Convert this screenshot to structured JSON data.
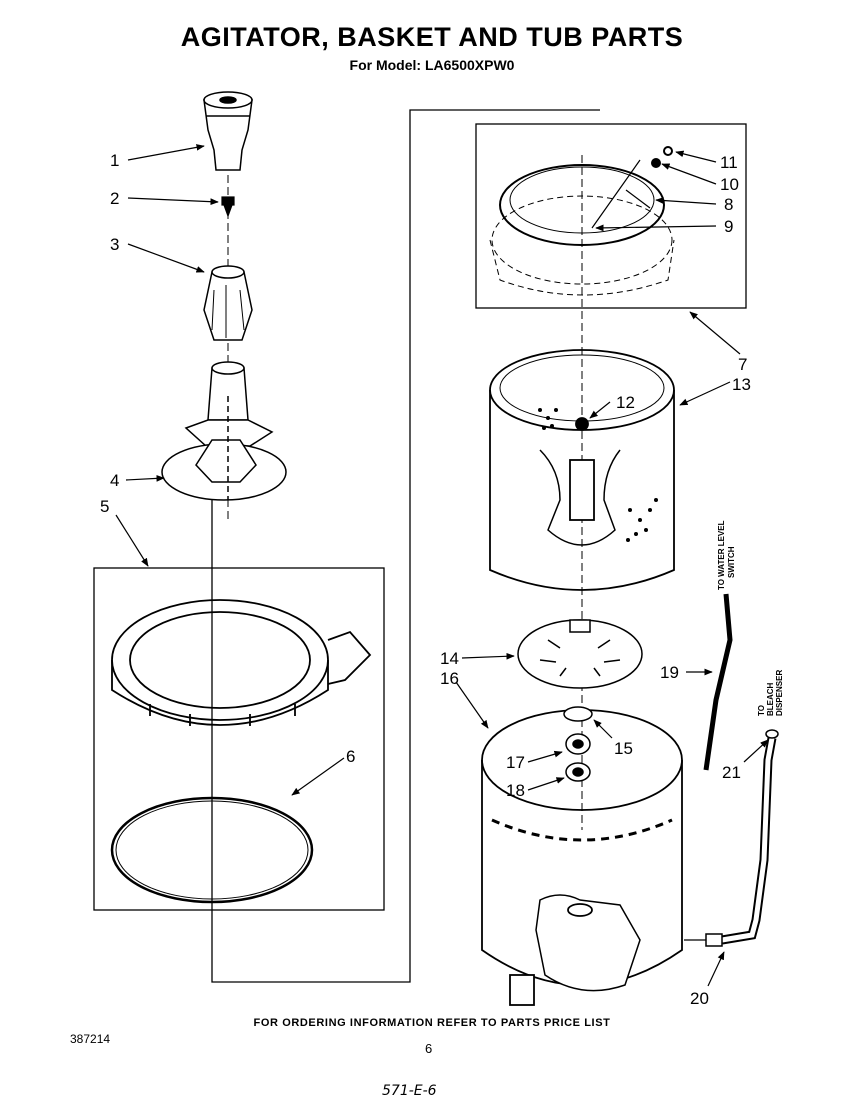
{
  "header": {
    "title": "AGITATOR, BASKET AND TUB PARTS",
    "subtitle": "For Model: LA6500XPW0"
  },
  "callouts": [
    "1",
    "2",
    "3",
    "4",
    "5",
    "6",
    "7",
    "8",
    "9",
    "10",
    "11",
    "12",
    "13",
    "14",
    "15",
    "16",
    "17",
    "18",
    "19",
    "20",
    "21"
  ],
  "side_labels": {
    "water_level": [
      "TO WATER LEVEL",
      "SWITCH"
    ],
    "bleach": [
      "TO",
      "BLEACH",
      "DISPENSER"
    ]
  },
  "footer": {
    "ordering_note": "FOR ORDERING INFORMATION REFER TO PARTS PRICE LIST",
    "document_number": "387214",
    "page_number": "6",
    "handwritten_note": "571-E-6"
  }
}
